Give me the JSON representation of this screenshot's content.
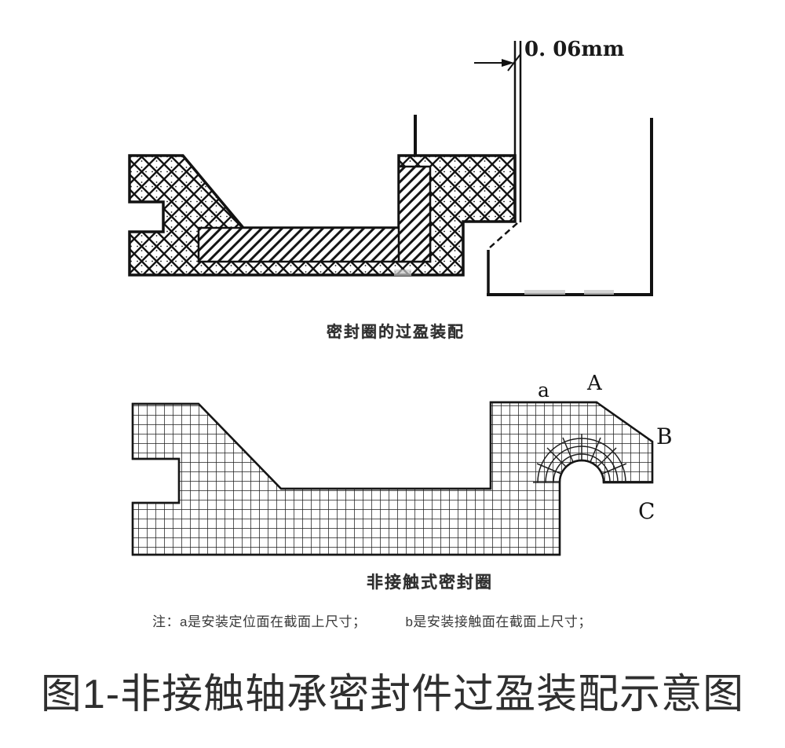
{
  "figure_top": {
    "dimension_label": "0. 06mm",
    "caption": "密封圈的过盈装配"
  },
  "figure_bottom": {
    "caption": "非接触式密封圈",
    "labels": {
      "a": "a",
      "A": "A",
      "B": "B",
      "C": "C"
    }
  },
  "note": {
    "part1": "注：a是安装定位面在截面上尺寸；",
    "part2": "b是安装接触面在截面上尺寸；"
  },
  "title": "图1-非接触轴承密封件过盈装配示意图",
  "colors": {
    "ink": "#141414",
    "text": "#2f2f2f",
    "background": "#ffffff",
    "smudge": "#c9c9c9"
  }
}
